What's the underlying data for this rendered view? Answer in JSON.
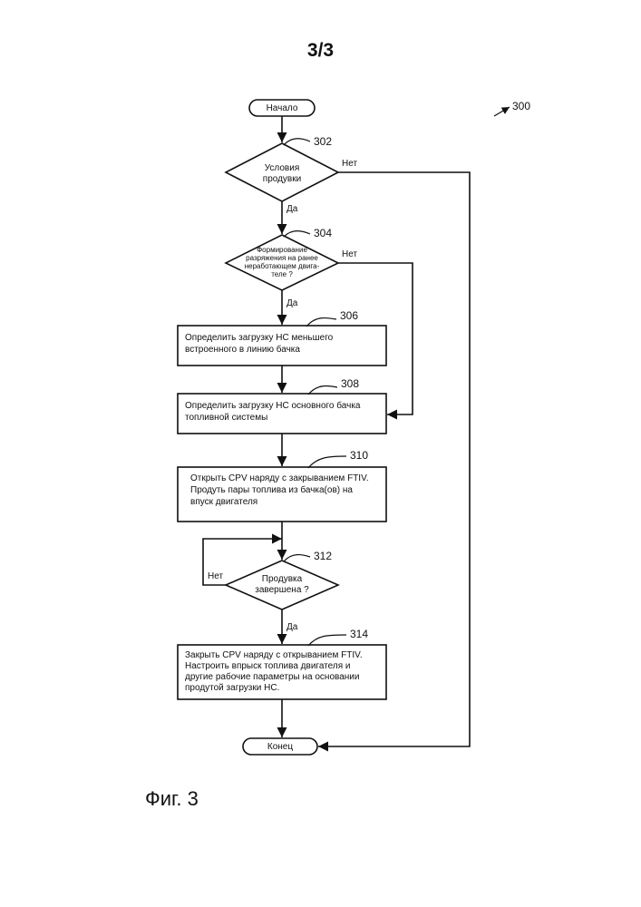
{
  "page": {
    "number": "3/3",
    "figure_caption": "Фиг. 3",
    "figure_ref": "300"
  },
  "terminals": {
    "start": "Начало",
    "end": "Конец"
  },
  "nodes": {
    "n302": {
      "ref": "302",
      "lines": [
        "Условия",
        "продувки"
      ],
      "yes": "Да",
      "no": "Нет"
    },
    "n304": {
      "ref": "304",
      "lines": [
        "Формирование",
        "разряжения на ранее",
        "неработающем двига-",
        "теле ?"
      ],
      "yes": "Да",
      "no": "Нет"
    },
    "n306": {
      "ref": "306",
      "lines": [
        "Определить загрузку НС меньшего",
        "встроенного в линию бачка"
      ]
    },
    "n308": {
      "ref": "308",
      "lines": [
        "Определить загрузку НС основного бачка",
        "топливной системы"
      ]
    },
    "n310": {
      "ref": "310",
      "lines": [
        "Открыть CPV наряду с закрыванием FTIV.",
        "Продуть пары топлива из бачка(ов) на",
        "впуск двигателя"
      ]
    },
    "n312": {
      "ref": "312",
      "lines": [
        "Продувка",
        "завершена ?"
      ],
      "yes": "Да",
      "no": "Нет"
    },
    "n314": {
      "ref": "314",
      "lines": [
        "Закрыть CPV наряду с открыванием FTIV.",
        "Настроить впрыск топлива двигателя и",
        "другие рабочие параметры на основании",
        "продутой загрузки НС."
      ]
    }
  }
}
